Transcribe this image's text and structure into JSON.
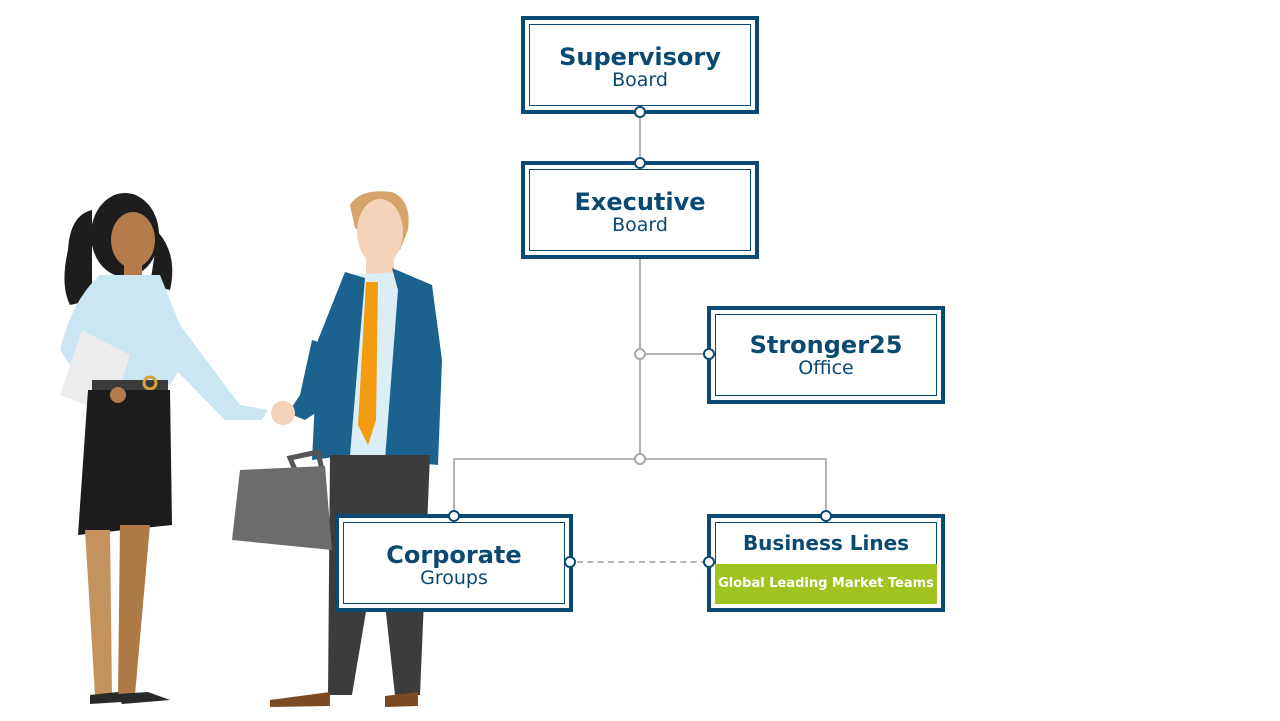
{
  "diagram": {
    "supervisory": {
      "title": "Supervisory",
      "subtitle": "Board"
    },
    "executive": {
      "title": "Executive",
      "subtitle": "Board"
    },
    "stronger": {
      "title": "Stronger25",
      "subtitle": "Office"
    },
    "corporate": {
      "title": "Corporate",
      "subtitle": "Groups"
    },
    "business": {
      "title": "Business Lines",
      "sub_label": "Global Leading Market Teams"
    }
  },
  "colors": {
    "navy": "#0a4a72",
    "green": "#9fc31f",
    "connector": "#b4b4b4"
  }
}
